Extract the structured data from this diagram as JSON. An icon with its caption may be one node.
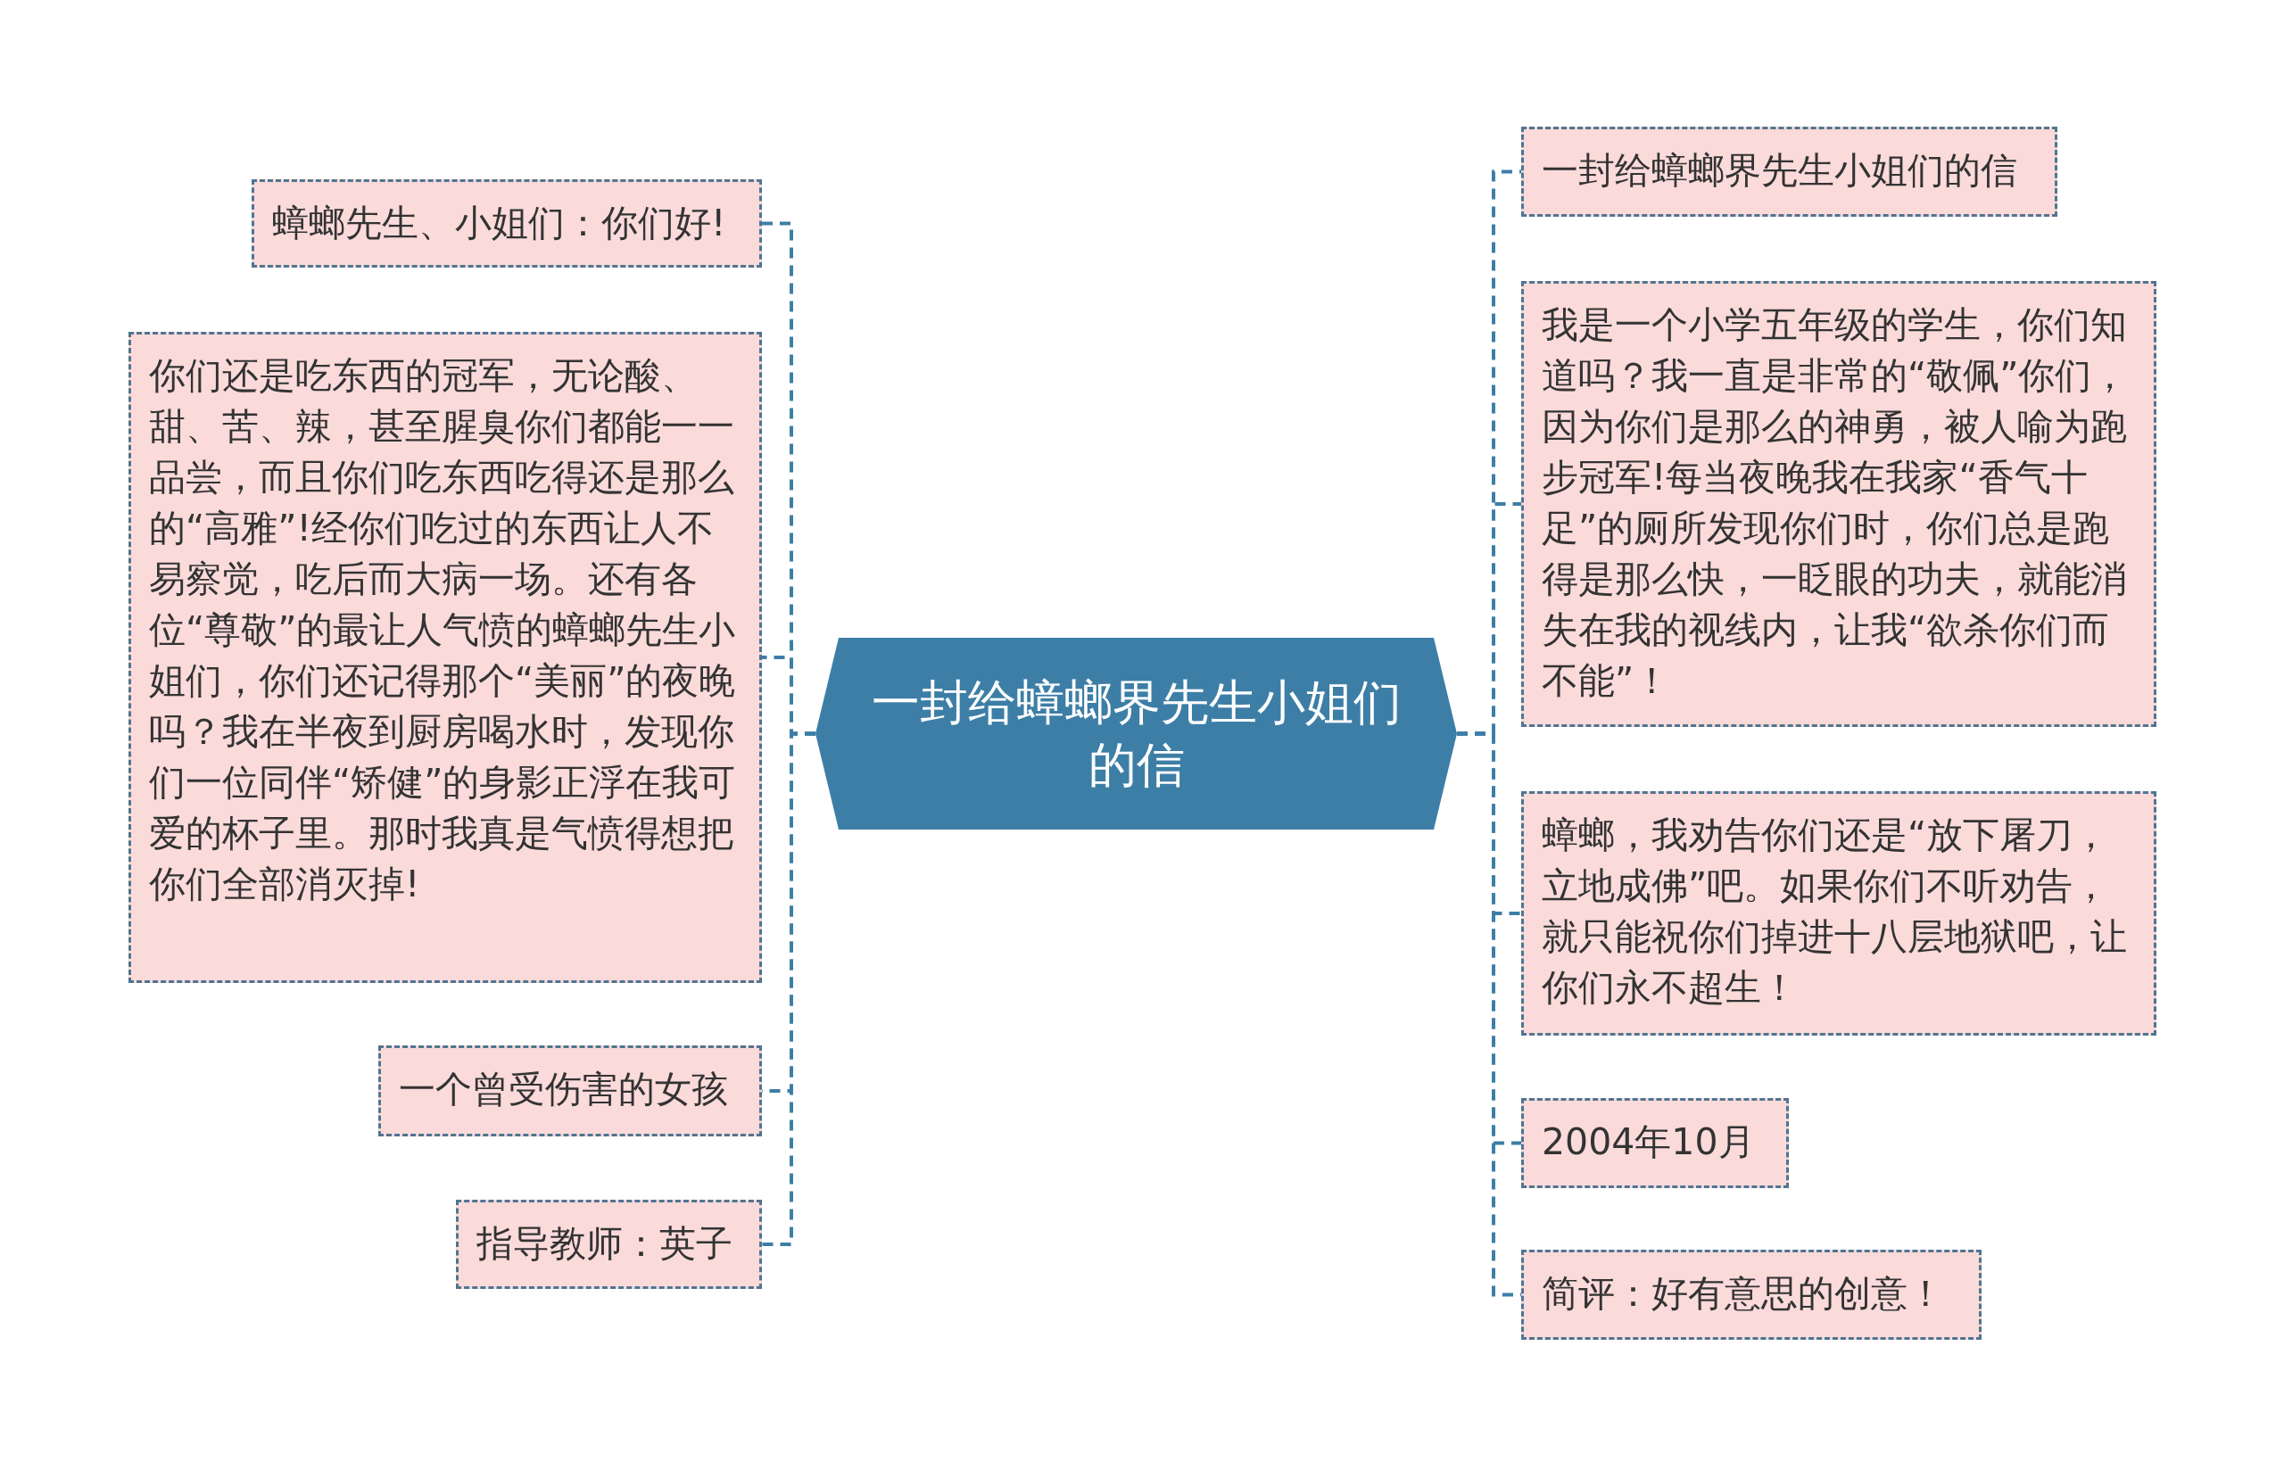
{
  "diagram": {
    "nodes": [
      {
        "text": [
          "一封给蟑螂界先生小姐们的信"
        ]
      },
      {
        "text": [
          "蟑螂先生、小姐们：你们好!"
        ]
      },
      {
        "text": [
          "你们还是吃东西的冠军，无论酸、甜、苦、辣，甚至腥臭你们都能一一品尝，而且你们吃东西吃得还是那么的“高雅”!经你们吃过的东西让人不易察觉，吃后而大病一场。还有各位“尊敬”的最让人气愤的蟑螂先生小姐们，你们还记得那个“美丽”的夜晚吗？我在半夜到厨房喝水时，发现你们一位同伴“矫健”的身影正浮在我可爱的杯子里。那时我真是气愤得想把你们全部消灭掉!"
        ]
      },
      {
        "text": [
          "一个曾受伤害的女孩"
        ]
      },
      {
        "text": [
          "指导教师：英子"
        ]
      },
      {
        "text": [
          "一封给蟑螂界先生小姐们的信"
        ]
      },
      {
        "text": [
          "我是一个小学五年级的学生，你们知道吗？我一直是非常的“敬佩”你们，因为你们是那么的神勇，被人喻为跑步冠军!每当夜晚我在我家“香气十足”的厕所发现你们时，你们总是跑得是那么快，一眨眼的功夫，就能消失在我的视线内，让我“欲杀你们而不能”！"
        ]
      },
      {
        "text": [
          "蟑螂，我劝告你们还是“放下屠刀，立地成佛”吧。如果你们不听劝告，就只能祝你们掉进十八层地狱吧，让你们永不超生！"
        ]
      },
      {
        "text": [
          "2004年10月"
        ]
      },
      {
        "text": [
          "简评：好有意思的创意！"
        ]
      }
    ],
    "edges": [
      {
        "from": 0,
        "to": 1,
        "arrow": "none",
        "style": "dashed"
      },
      {
        "from": 0,
        "to": 2,
        "arrow": "none",
        "style": "dashed"
      },
      {
        "from": 0,
        "to": 3,
        "arrow": "none",
        "style": "dashed"
      },
      {
        "from": 0,
        "to": 4,
        "arrow": "none",
        "style": "dashed"
      },
      {
        "from": 0,
        "to": 5,
        "arrow": "none",
        "style": "dashed"
      },
      {
        "from": 0,
        "to": 6,
        "arrow": "none",
        "style": "dashed"
      },
      {
        "from": 0,
        "to": 7,
        "arrow": "none",
        "style": "dashed"
      },
      {
        "from": 0,
        "to": 8,
        "arrow": "none",
        "style": "dashed"
      },
      {
        "from": 0,
        "to": 9,
        "arrow": "none",
        "style": "dashed"
      }
    ]
  }
}
